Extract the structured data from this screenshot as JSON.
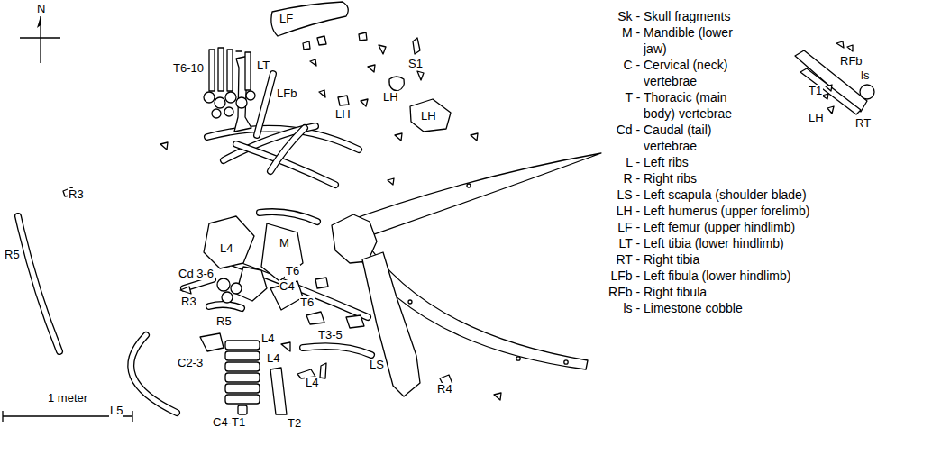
{
  "diagram": {
    "labels": [
      "N",
      "LF",
      "LT",
      "LFb",
      "S1",
      "LH",
      "LH",
      "LH",
      "T6-10",
      "R3",
      "R5",
      "M",
      "L4",
      "Cd 3-6",
      "T6",
      "C4",
      "T6",
      "R3",
      "R5",
      "C2-3",
      "L4",
      "L4",
      "L4",
      "T3-5",
      "LS",
      "R4",
      "L5",
      "C4-T1",
      "T2",
      "1 meter",
      "RFb",
      "ls",
      "T1",
      "LH",
      "RT"
    ],
    "legend": [
      {
        "text": "Sk - Skull fragments"
      },
      {
        "text": "M - Mandible (lower jaw)"
      },
      {
        "text": "C - Cervical (neck) vertebrae"
      },
      {
        "text": "T - Thoracic (main body) vertebrae"
      },
      {
        "text": "Cd - Caudal (tail) vertebrae"
      },
      {
        "text": "L - Left ribs"
      },
      {
        "text": "R - Right ribs"
      },
      {
        "text": "LS - Left scapula (shoulder blade)"
      },
      {
        "text": "LH - Left humerus (upper forelimb)"
      },
      {
        "text": "LF - Left femur (upper hindlimb)"
      },
      {
        "text": "LT - Left tibia (lower hindlimb)"
      },
      {
        "text": "RT - Right tibia"
      },
      {
        "text": "LFb - Left fibula (lower hindlimb)"
      },
      {
        "text": "RFb - Right fibula"
      },
      {
        "text": "ls - Limestone cobble"
      }
    ]
  }
}
